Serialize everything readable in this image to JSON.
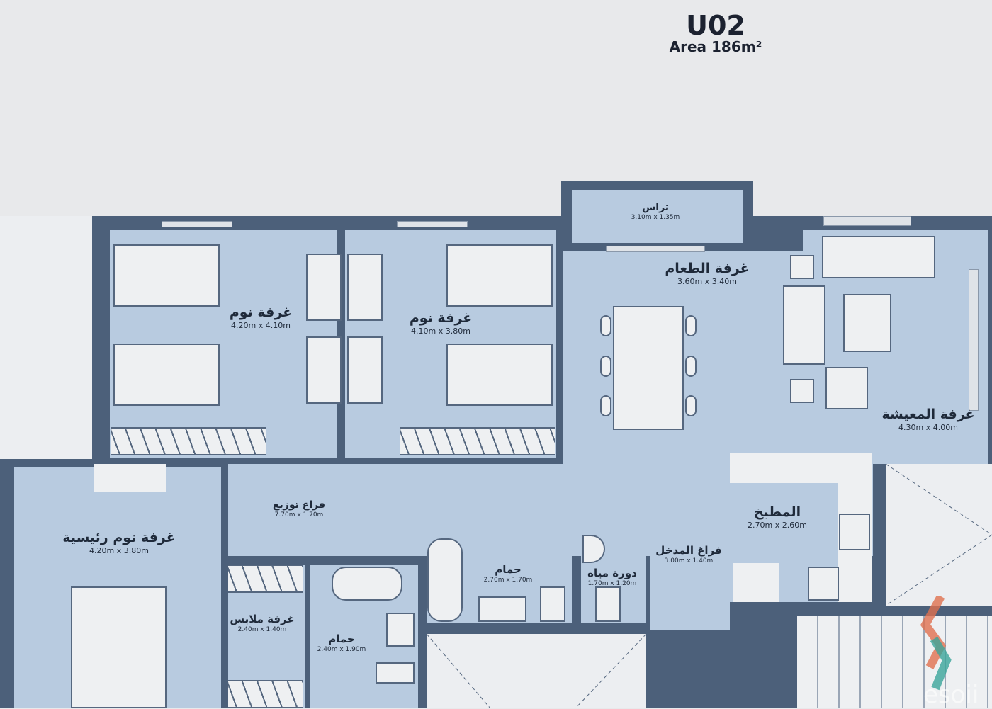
{
  "header": {
    "unit": "U02",
    "area": "Area 186m²"
  },
  "rooms": {
    "bedroom1": {
      "name": "غرفة نوم",
      "dims": "4.20m x 4.10m"
    },
    "bedroom2": {
      "name": "غرفة نوم",
      "dims": "4.10m x 3.80m"
    },
    "terrace": {
      "name": "تراس",
      "dims": "3.10m x 1.35m"
    },
    "dining": {
      "name": "غرفة الطعام",
      "dims": "3.60m x 3.40m"
    },
    "living": {
      "name": "غرفة المعيشة",
      "dims": "4.30m x 4.00m"
    },
    "corridor": {
      "name": "فراغ توزيع",
      "dims": "7.70m x 1.70m"
    },
    "master": {
      "name": "غرفة نوم رئيسية",
      "dims": "4.20m x 3.80m"
    },
    "kitchen": {
      "name": "المطبخ",
      "dims": "2.70m x 2.60m"
    },
    "bath1": {
      "name": "حمام",
      "dims": "2.70m x 1.70m"
    },
    "wc": {
      "name": "دورة مياه",
      "dims": "1.70m x 1.20m"
    },
    "entrance": {
      "name": "فراغ المدخل",
      "dims": "3.00m x 1.40m"
    },
    "dressing": {
      "name": "غرفة ملابس",
      "dims": "2.40m x 1.40m"
    },
    "bath2": {
      "name": "حمام",
      "dims": "2.40m x 1.90m"
    }
  },
  "logo": {
    "text": "esoii"
  },
  "colors": {
    "background": "#e8e9eb",
    "room": "#b8cbe0",
    "wall": "#4c607a",
    "furniture": "#eef0f2"
  }
}
